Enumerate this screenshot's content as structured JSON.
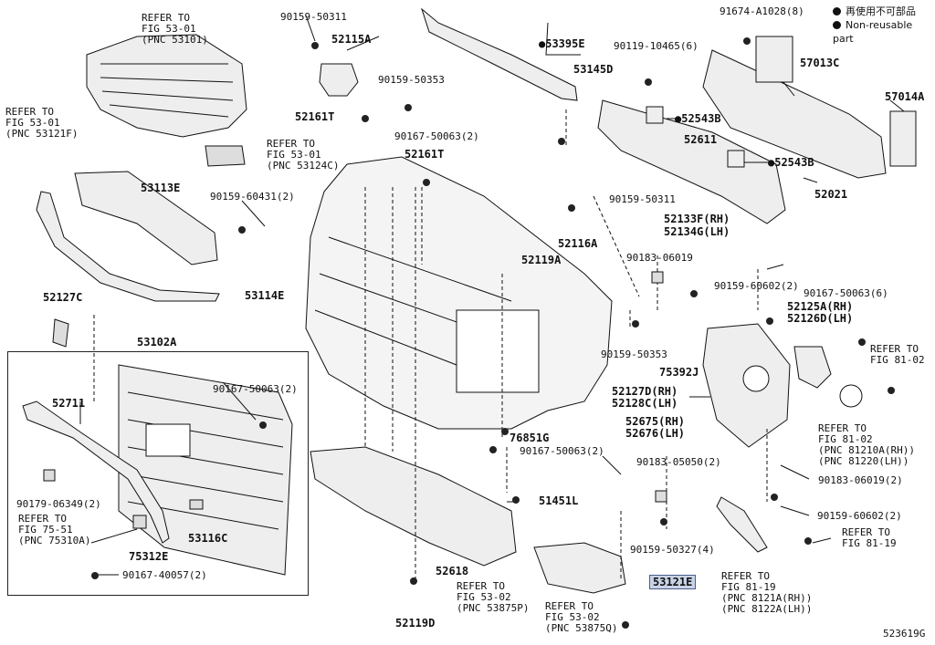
{
  "legend": {
    "item1": "再使用不可部品",
    "item2": "Non-reusable part"
  },
  "figure_code": "523619G",
  "callouts": {
    "c53101": "REFER TO\nFIG 53-01\n(PNC 53101)",
    "c53121f": "REFER TO\nFIG 53-01\n(PNC 53121F)",
    "c53124c": "REFER TO\nFIG 53-01\n(PNC 53124C)",
    "c75310": "REFER TO\nFIG 75-51\n(PNC 75310A)",
    "c53875p": "REFER TO\nFIG 53-02\n(PNC 53875P)",
    "c53875q": "REFER TO\nFIG 53-02\n(PNC 53875Q)",
    "c81210": "REFER TO\nFIG 81-02\n(PNC 81210A(RH))\n(PNC 81220(LH))",
    "c8102": "REFER TO\nFIG 81-02",
    "c8119a": "REFER TO\nFIG 81-19",
    "c8119b": "REFER TO\nFIG 81-19\n(PNC 8121A(RH))\n(PNC 8122A(LH))"
  },
  "parts": {
    "p90159_50311a": "90159-50311",
    "p52115a": "52115A",
    "p90159_50353a": "90159-50353",
    "p52161t_a": "52161T",
    "p90167_50063_2a": "90167-50063(2)",
    "p52161t_b": "52161T",
    "p53395e": "53395E",
    "p53145d": "53145D",
    "p90119": "90119-10465(6)",
    "p91674": "91674-A1028(8)",
    "p57013c": "57013C",
    "p57014a": "57014A",
    "p52543b_a": "52543B",
    "p52611": "52611",
    "p52543b_b": "52543B",
    "p52021": "52021",
    "p53113e": "53113E",
    "p90159_60431": "90159-60431(2)",
    "p90159_50311b": "90159-50311",
    "p52116a": "52116A",
    "p52133f": "52133F(RH)",
    "p52134g": "52134G(LH)",
    "p90183_06019": "90183-06019",
    "p52119a": "52119A",
    "p52127c": "52127C",
    "p53114e": "53114E",
    "p53102a": "53102A",
    "p90159_60602_2a": "90159-60602(2)",
    "p90167_50063_6": "90167-50063(6)",
    "p52125a": "52125A(RH)",
    "p52126d": "52126D(LH)",
    "p90159_50353b": "90159-50353",
    "p75392j": "75392J",
    "p90167_50063_2b": "90167-50063(2)",
    "p52711": "52711",
    "p52127d": "52127D(RH)",
    "p52128c": "52128C(LH)",
    "p76851g": "76851G",
    "p52675": "52675(RH)",
    "p52676": "52676(LH)",
    "p90167_50063_2c": "90167-50063(2)",
    "p90183_05050": "90183-05050(2)",
    "p90183_06019_2": "90183-06019(2)",
    "p90179": "90179-06349(2)",
    "p53116c": "53116C",
    "p51451l": "51451L",
    "p90159_60602_2b": "90159-60602(2)",
    "p75312e": "75312E",
    "p90167_40057": "90167-40057(2)",
    "p52618": "52618",
    "p90159_50327": "90159-50327(4)",
    "p53121e": "53121E",
    "p52119d": "52119D"
  }
}
